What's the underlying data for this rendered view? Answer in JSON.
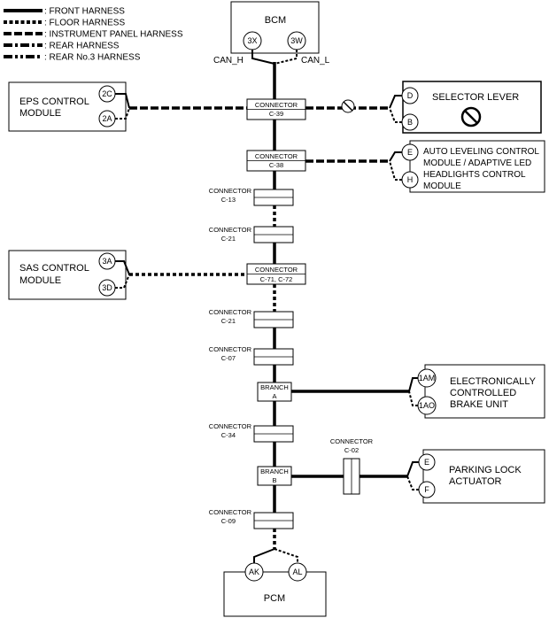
{
  "legend": [
    {
      "label": ": FRONT HARNESS",
      "style": "front"
    },
    {
      "label": ": FLOOR HARNESS",
      "style": "floor"
    },
    {
      "label": ": INSTRUMENT PANEL HARNESS",
      "style": "instrument"
    },
    {
      "label": ": REAR HARNESS",
      "style": "rear"
    },
    {
      "label": ": REAR No.3 HARNESS",
      "style": "rear3"
    }
  ],
  "modules": {
    "bcm": {
      "title": "BCM",
      "pin_left": "3X",
      "pin_right": "3W",
      "can_h": "CAN_H",
      "can_l": "CAN_L"
    },
    "eps": {
      "title_line1": "EPS CONTROL",
      "title_line2": "MODULE",
      "pin_top": "2C",
      "pin_bottom": "2A"
    },
    "selector": {
      "title": "SELECTOR LEVER",
      "pin_top": "D",
      "pin_bottom": "B"
    },
    "auto_leveling": {
      "line1": "AUTO LEVELING CONTROL",
      "line2": "MODULE / ADAPTIVE LED",
      "line3": "HEADLIGHTS CONTROL",
      "line4": "MODULE",
      "pin_top": "E",
      "pin_bottom": "H"
    },
    "sas": {
      "title_line1": "SAS CONTROL",
      "title_line2": "MODULE",
      "pin_top": "3A",
      "pin_bottom": "3D"
    },
    "brake": {
      "line1": "ELECTRONICALLY",
      "line2": "CONTROLLED",
      "line3": "BRAKE UNIT",
      "pin_top": "1AM",
      "pin_bottom": "1AO"
    },
    "parking": {
      "line1": "PARKING LOCK",
      "line2": "ACTUATOR",
      "pin_top": "E",
      "pin_bottom": "F"
    },
    "pcm": {
      "title": "PCM",
      "pin_left": "AK",
      "pin_right": "AL"
    }
  },
  "connectors": {
    "c39": {
      "line1": "CONNECTOR",
      "line2": "C-39"
    },
    "c38": {
      "line1": "CONNECTOR",
      "line2": "C-38"
    },
    "c13": {
      "line1": "CONNECTOR",
      "line2": "C-13"
    },
    "c21a": {
      "line1": "CONNECTOR",
      "line2": "C-21"
    },
    "c71": {
      "line1": "CONNECTOR",
      "line2": "C-71, C-72"
    },
    "c21b": {
      "line1": "CONNECTOR",
      "line2": "C-21"
    },
    "c07": {
      "line1": "CONNECTOR",
      "line2": "C-07"
    },
    "branch_a": {
      "line1": "BRANCH",
      "line2": "A"
    },
    "c34": {
      "line1": "CONNECTOR",
      "line2": "C-34"
    },
    "branch_b": {
      "line1": "BRANCH",
      "line2": "B"
    },
    "c02": {
      "line1": "CONNECTOR",
      "line2": "C-02"
    },
    "c09": {
      "line1": "CONNECTOR",
      "line2": "C-09"
    }
  }
}
